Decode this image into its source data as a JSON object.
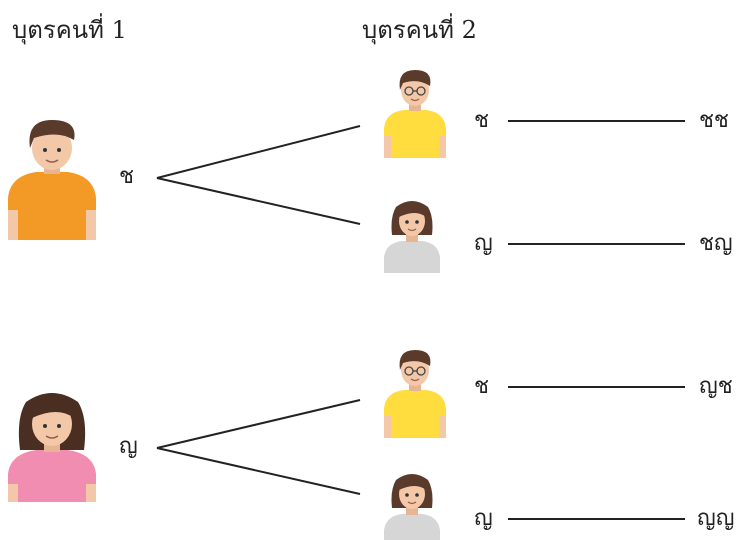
{
  "headers": {
    "child1": "บุตรคนที่ 1",
    "child2": "บุตรคนที่ 2"
  },
  "branches": [
    {
      "first_child": {
        "label": "ช",
        "figure": "boy-icon",
        "shirt_color": "#F39A26"
      },
      "outcomes": [
        {
          "label": "ช",
          "figure": "boy-with-glasses-icon",
          "shirt_color": "#FFDD3F",
          "result": "ชช"
        },
        {
          "label": "ญ",
          "figure": "girl-icon",
          "shirt_color": "#D6D6D6",
          "result": "ชญ"
        }
      ]
    },
    {
      "first_child": {
        "label": "ญ",
        "figure": "girl-icon",
        "shirt_color": "#F28DB2"
      },
      "outcomes": [
        {
          "label": "ช",
          "figure": "boy-with-glasses-icon",
          "shirt_color": "#FFDD3F",
          "result": "ญช"
        },
        {
          "label": "ญ",
          "figure": "girl-icon",
          "shirt_color": "#D6D6D6",
          "result": "ญญ"
        }
      ]
    }
  ]
}
